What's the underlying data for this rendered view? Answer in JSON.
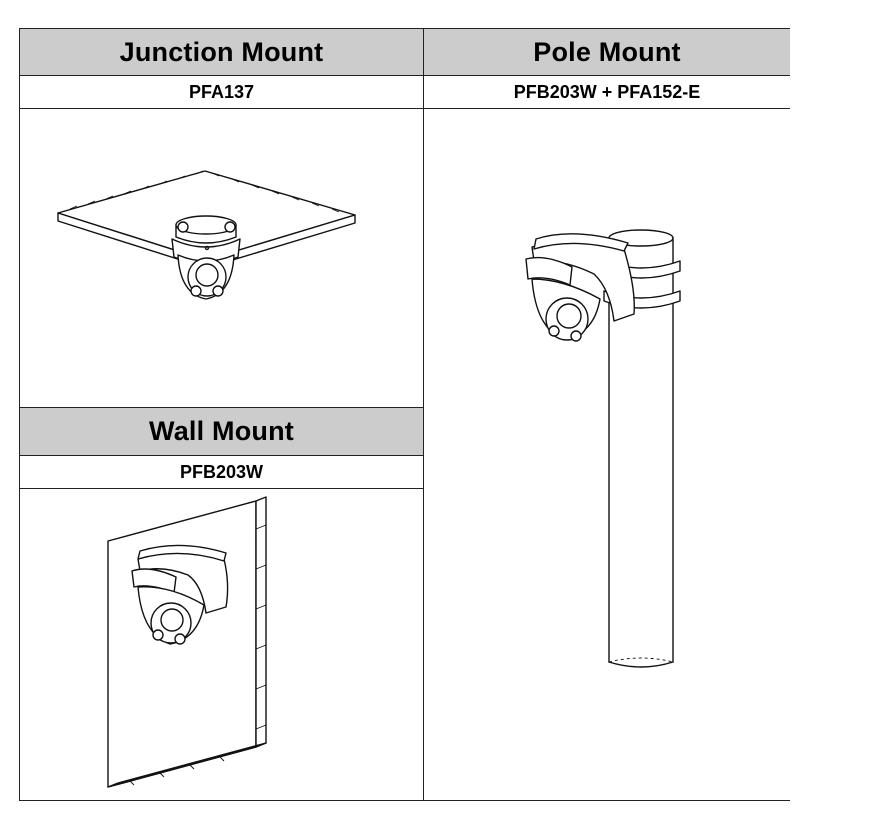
{
  "table": {
    "columns": [
      {
        "title": "Junction Mount",
        "model": "PFA137"
      },
      {
        "title": "Pole Mount",
        "model": "PFB203W + PFA152-E"
      }
    ],
    "wall": {
      "title": "Wall Mount",
      "model": "PFB203W"
    }
  },
  "illustrations": {
    "junction": "ceiling-junction-mount-illustration",
    "pole": "pole-mount-illustration",
    "wall": "wall-mount-illustration"
  }
}
